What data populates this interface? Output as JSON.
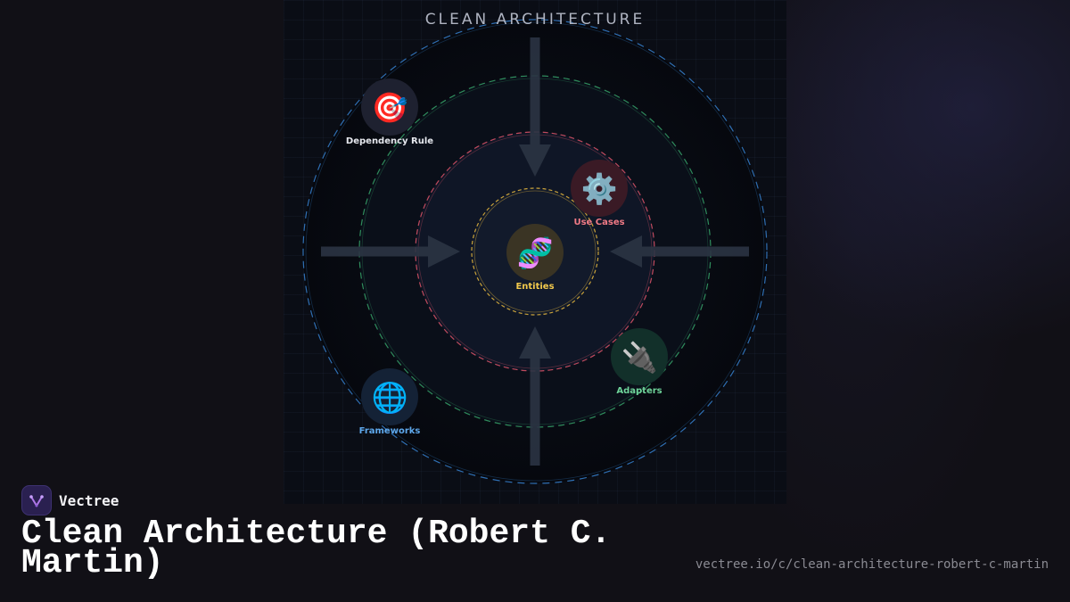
{
  "diagram": {
    "title": "CLEAN ARCHITECTURE",
    "rings": [
      {
        "name": "Frameworks",
        "color": "#2f6fb3"
      },
      {
        "name": "Adapters",
        "color": "#2f8c5c"
      },
      {
        "name": "Use Cases",
        "color": "#c04a5e"
      },
      {
        "name": "Entities",
        "color": "#c9a23a"
      }
    ],
    "nodes": [
      {
        "key": "dependency",
        "label": "Dependency Rule",
        "icon": "🎯",
        "icon_name": "target-icon",
        "label_color": "#e6e8ee",
        "bg": "#1e2130"
      },
      {
        "key": "usecases",
        "label": "Use Cases",
        "icon": "⚙️",
        "icon_name": "gear-icon",
        "label_color": "#f07a86",
        "bg": "#3a1a25"
      },
      {
        "key": "entities",
        "label": "Entities",
        "icon": "🧬",
        "icon_name": "dna-icon",
        "label_color": "#f2c94c",
        "bg": "#3a3424"
      },
      {
        "key": "adapters",
        "label": "Adapters",
        "icon": "🔌",
        "icon_name": "plug-icon",
        "label_color": "#6fd49a",
        "bg": "#12302a"
      },
      {
        "key": "frameworks",
        "label": "Frameworks",
        "icon": "🌐",
        "icon_name": "globe-icon",
        "label_color": "#5ea8ec",
        "bg": "#142236"
      }
    ]
  },
  "footer": {
    "brand": "Vectree",
    "title": "Clean Architecture (Robert C. Martin)",
    "url": "vectree.io/c/clean-architecture-robert-c-martin"
  }
}
